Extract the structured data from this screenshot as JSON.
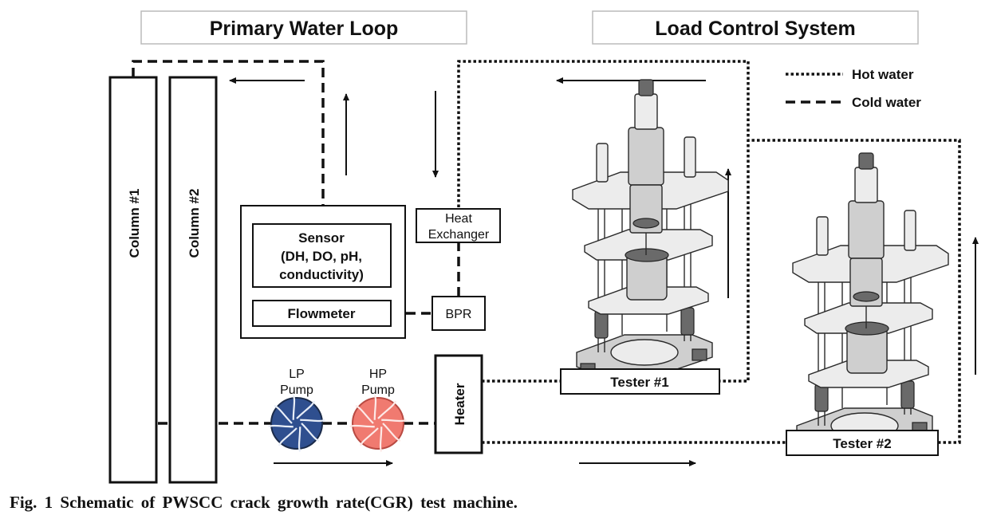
{
  "headers": {
    "left": "Primary Water Loop",
    "right": "Load Control System"
  },
  "legend": {
    "hot": "Hot water",
    "cold": "Cold water"
  },
  "columns": {
    "c1": "Column #1",
    "c2": "Column #2"
  },
  "sensor": {
    "line1": "Sensor",
    "line2": "(DH, DO, pH,",
    "line3": "conductivity)"
  },
  "flowmeter": "Flowmeter",
  "heat_exchanger": {
    "line1": "Heat",
    "line2": "Exchanger"
  },
  "bpr": "BPR",
  "heater": "Heater",
  "pumps": {
    "lp": {
      "line1": "LP",
      "line2": "Pump",
      "color": "#2f4f8f"
    },
    "hp": {
      "line1": "HP",
      "line2": "Pump",
      "color": "#f07a70"
    }
  },
  "testers": {
    "t1": "Tester #1",
    "t2": "Tester #2"
  },
  "caption": "Fig. 1 Schematic of PWSCC crack growth rate(CGR) test machine."
}
